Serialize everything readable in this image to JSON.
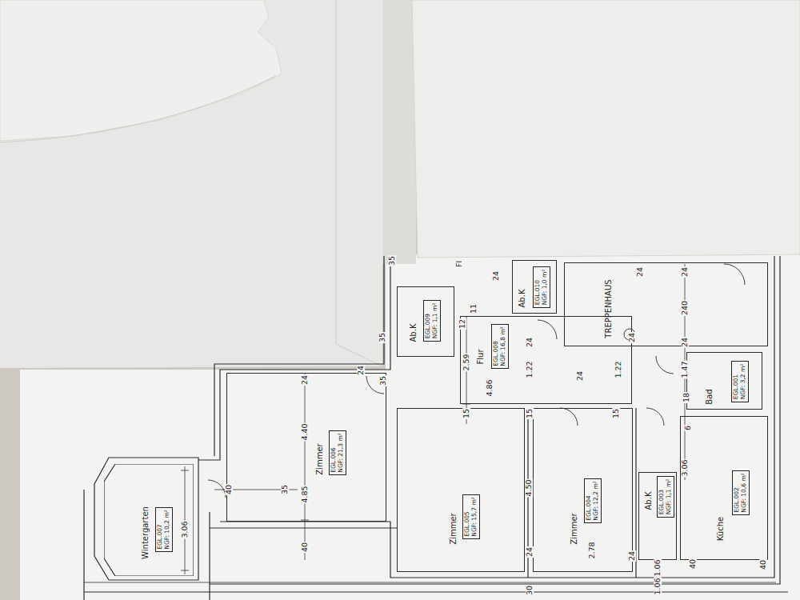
{
  "diagram": {
    "nodes": [
      {
        "text": [
          "Wintergarten"
        ]
      },
      {
        "text": [
          "EGL.007",
          "NGF: 10,2 m²"
        ],
        "in": 0
      },
      {
        "text": [
          "Zimmer"
        ]
      },
      {
        "text": [
          "EGL.006",
          "NGF: 21,3 m²"
        ],
        "in": 2
      },
      {
        "text": [
          "Ab.K"
        ]
      },
      {
        "text": [
          "EGL.009",
          "NGF: 1,1 m²"
        ],
        "in": 4
      },
      {
        "text": [
          "Flur"
        ]
      },
      {
        "text": [
          "EGL.008",
          "NGF: 16,8 m²"
        ],
        "in": 6
      },
      {
        "text": [
          "Ab.K"
        ]
      },
      {
        "text": [
          "EGL.010",
          "NGF: 1,0 m²"
        ],
        "in": 8
      },
      {
        "text": [
          "TREPPENHAUS"
        ]
      },
      {
        "text": [
          "Zimmer"
        ]
      },
      {
        "text": [
          "EGL.005",
          "NGF: 15,7 m²"
        ],
        "in": 11
      },
      {
        "text": [
          "Zimmer"
        ]
      },
      {
        "text": [
          "EGL.004",
          "NGF: 12,2 m²"
        ],
        "in": 13
      },
      {
        "text": [
          "Ab.K"
        ]
      },
      {
        "text": [
          "EGL.003",
          "NGF: 1,1 m²"
        ],
        "in": 15
      },
      {
        "text": [
          "Bad"
        ]
      },
      {
        "text": [
          "EGL.001",
          "NGF: 3,2 m²"
        ],
        "in": 17
      },
      {
        "text": [
          "Küche"
        ]
      },
      {
        "text": [
          "EGL.002",
          "NGF: 10,6 m²"
        ],
        "in": 19
      }
    ],
    "labels": [
      "Fl",
      "35",
      "24",
      "12",
      "11",
      "35",
      "24",
      "24",
      "35",
      "2.59",
      "4.86",
      "1.22",
      "24",
      "1.22",
      "24",
      "24",
      "24",
      "240",
      "24",
      "1.47",
      "18",
      "6",
      "3.06",
      "15",
      "15",
      "15",
      "24",
      "4.40",
      "4.85",
      "40",
      "35",
      "40",
      "3.06",
      "4.50",
      "24",
      "2.78",
      "24",
      "1.06",
      "40",
      "1.06",
      "30",
      "40"
    ]
  }
}
